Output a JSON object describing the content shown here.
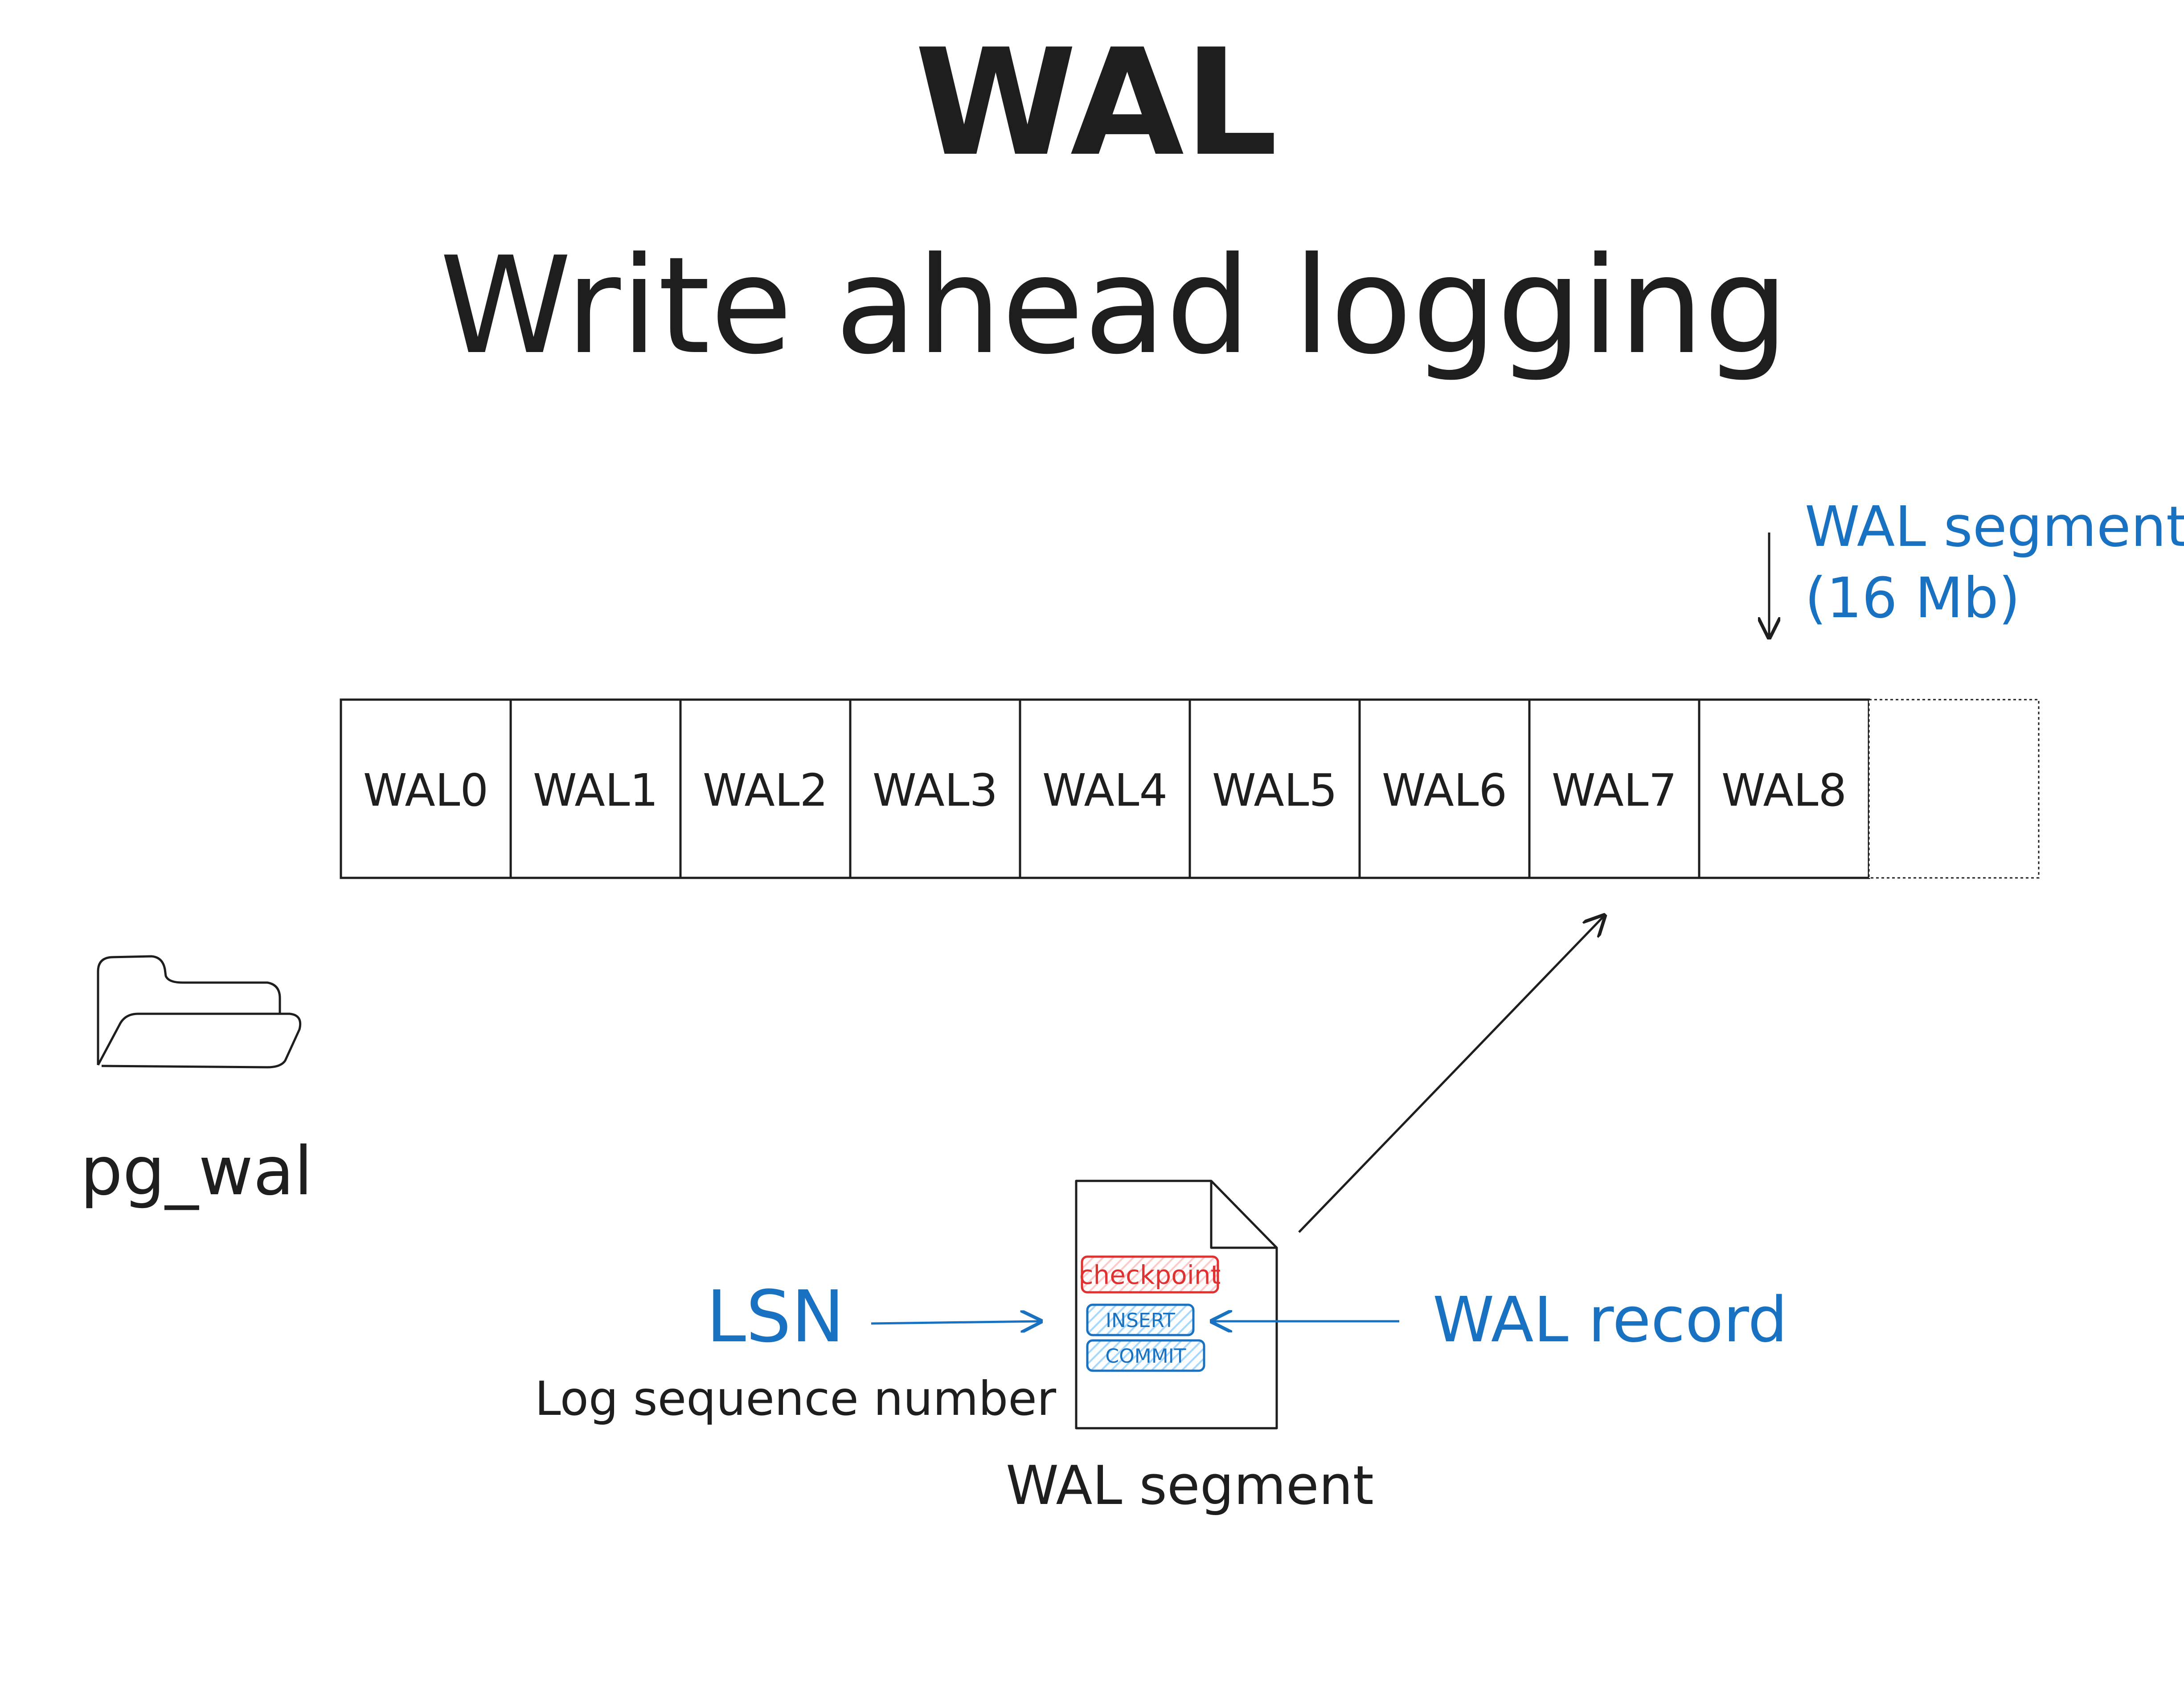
{
  "title": "WAL",
  "subtitle": "Write ahead logging",
  "segment_note": {
    "label": "WAL segment",
    "size": "(16 Mb)"
  },
  "segments": [
    "WAL0",
    "WAL1",
    "WAL2",
    "WAL3",
    "WAL4",
    "WAL5",
    "WAL6",
    "WAL7",
    "WAL8",
    ""
  ],
  "folder": {
    "label": "pg_wal",
    "icon": "folder-icon"
  },
  "segment_file": {
    "label": "WAL segment",
    "icon": "document-icon",
    "records": [
      {
        "label": "checkpoint",
        "color": "#e03131",
        "fill": "#ffc9c9"
      },
      {
        "label": "INSERT",
        "color": "#1971c2",
        "fill": "#a5d8ff"
      },
      {
        "label": "COMMIT",
        "color": "#1971c2",
        "fill": "#a5d8ff"
      }
    ]
  },
  "lsn": {
    "label": "LSN",
    "description": "Log sequence number"
  },
  "wal_record": {
    "label": "WAL record"
  },
  "colors": {
    "ink": "#1e1e1e",
    "accent": "#1971c2",
    "checkpoint": "#e03131"
  }
}
